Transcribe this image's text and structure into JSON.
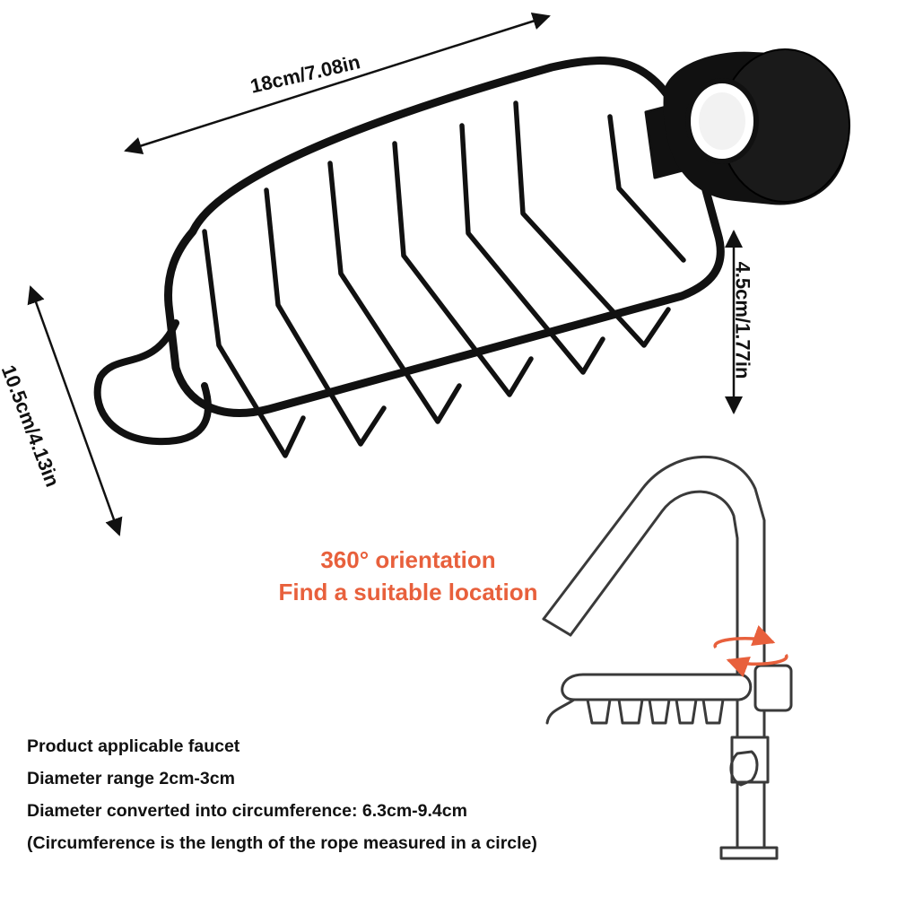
{
  "dimensions": {
    "length": "18cm/7.08in",
    "width": "10.5cm/4.13in",
    "height": "4.5cm/1.77in"
  },
  "orientation": {
    "line1": "360° orientation",
    "line2": "Find a suitable location"
  },
  "specs": [
    "Product applicable faucet",
    "Diameter range 2cm-3cm",
    "Diameter converted into circumference: 6.3cm-9.4cm",
    "(Circumference is the length of the rope measured in a circle)"
  ],
  "colors": {
    "accent": "#e8603c",
    "product": "#111111",
    "sketch": "#3a3a3a"
  }
}
